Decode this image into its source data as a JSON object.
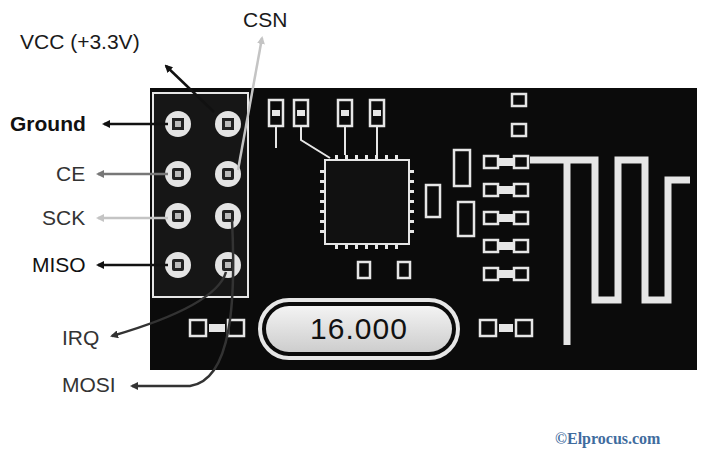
{
  "diagram": {
    "nodes": [
      {
        "text": [
          "16.000"
        ]
      }
    ],
    "labels": [
      "VCC (+3.3V)",
      "CSN",
      "Ground",
      "CE",
      "SCK",
      "MISO",
      "IRQ",
      "MOSI",
      "©Elprocus.com"
    ]
  }
}
